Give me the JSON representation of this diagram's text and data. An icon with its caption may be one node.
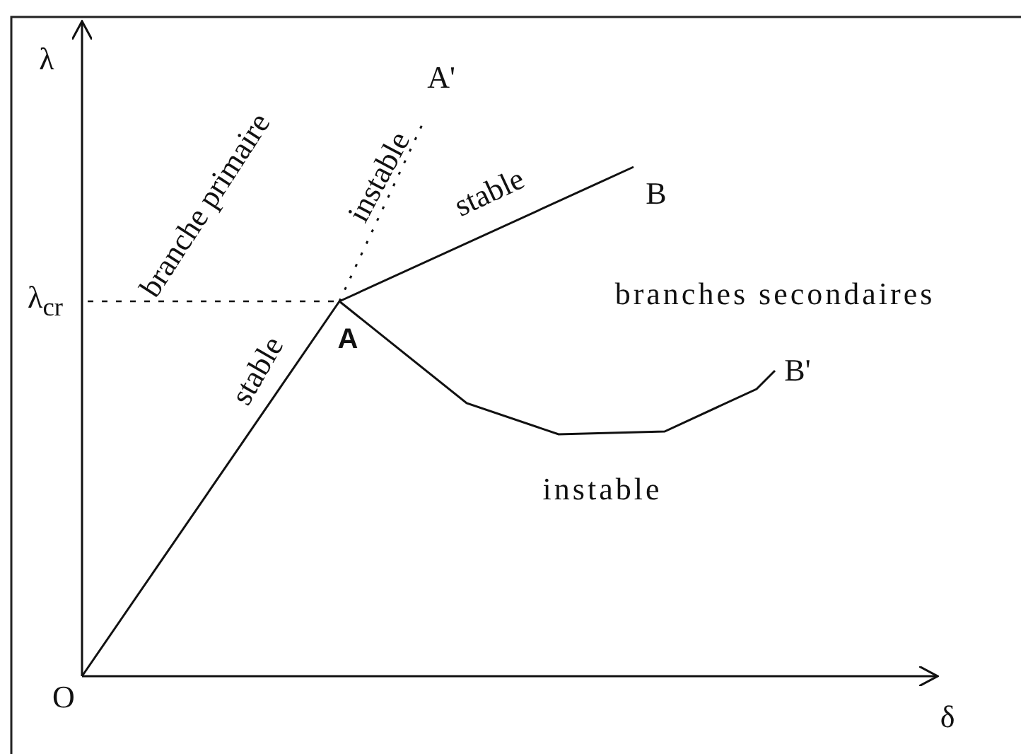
{
  "diagram": {
    "labels": [
      "λ",
      "A'",
      "instable",
      "branche primaire",
      "stable",
      "B",
      "λ$_{cr}$",
      "branches secondaires",
      "stable",
      "A",
      "B'",
      "instable",
      "O",
      "δ"
    ]
  }
}
